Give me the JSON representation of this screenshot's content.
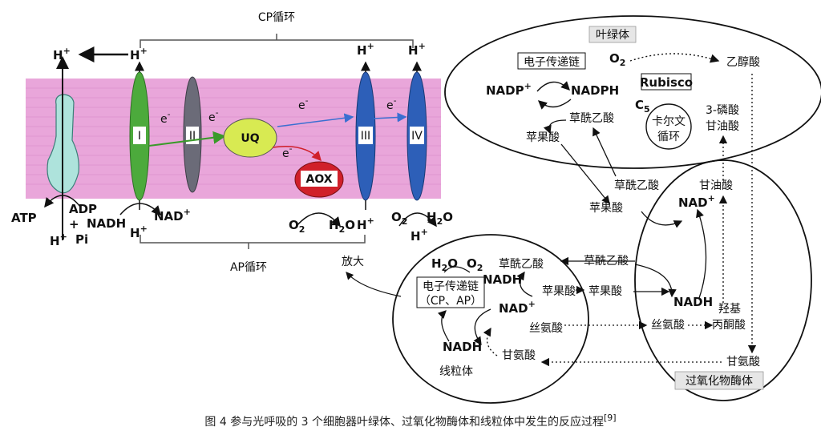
{
  "cycles": {
    "cp": "CP循环",
    "ap": "AP循环"
  },
  "complexes": {
    "c1": "I",
    "c2": "II",
    "c3": "III",
    "c4": "IV",
    "uq": "UQ",
    "aox": "AOX"
  },
  "electron": "e",
  "species": {
    "h_plus": "H",
    "atp": "ATP",
    "adp": "ADP",
    "pi": "Pi",
    "nadh": "NADH",
    "nad_plus": "NAD",
    "o2": "O",
    "h2o": "H",
    "sub_2": "2",
    "water_o": "O",
    "plus": "+",
    "minus": "-"
  },
  "amplify": "放大",
  "chloroplast": {
    "title": "叶绿体",
    "etc": "电子传递链",
    "nadp": "NADP",
    "nadph": "NADPH",
    "o2": "O",
    "glycolate": "乙醇酸",
    "rubisco": "Rubisco",
    "c5": "C",
    "c5_sub": "5",
    "calvin_1": "卡尔文",
    "calvin_2": "循环",
    "pga_1": "3-磷酸",
    "pga_2": "甘油酸",
    "oaa": "草酰乙酸",
    "malate": "苹果酸"
  },
  "cytosol": {
    "oaa": "草酰乙酸",
    "malate": "苹果酸"
  },
  "peroxisome": {
    "title": "过氧化物酶体",
    "glycerate": "甘油酸",
    "nad": "NAD",
    "nadh": "NADH",
    "hydroxy_1": "羟基",
    "hydroxy_2": "丙酮酸",
    "serine": "丝氨酸",
    "glycine": "甘氨酸"
  },
  "mitochondrion": {
    "title": "线粒体",
    "h2o": "H",
    "o2": "O",
    "etc_1": "电子传递链",
    "etc_2": "（CP、AP）",
    "oaa": "草酰乙酸",
    "nadh": "NADH",
    "malate": "苹果酸",
    "nad": "NAD",
    "nadh2": "NADH",
    "serine": "丝氨酸",
    "glycine": "甘氨酸"
  },
  "caption": {
    "main": "图 4   参与光呼吸的 3 个细胞器叶绿体、过氧化物酶体和线粒体中发生的反应过程",
    "ref": "[9]"
  },
  "colors": {
    "membrane": "#e9a6da",
    "complex_I": "#4caa3c",
    "complex_II": "#6b6b78",
    "complex_III_IV": "#2d5fb8",
    "uq": "#d8ea52",
    "aox": "#d0202a",
    "atp_synthase": "#aee3dc"
  }
}
